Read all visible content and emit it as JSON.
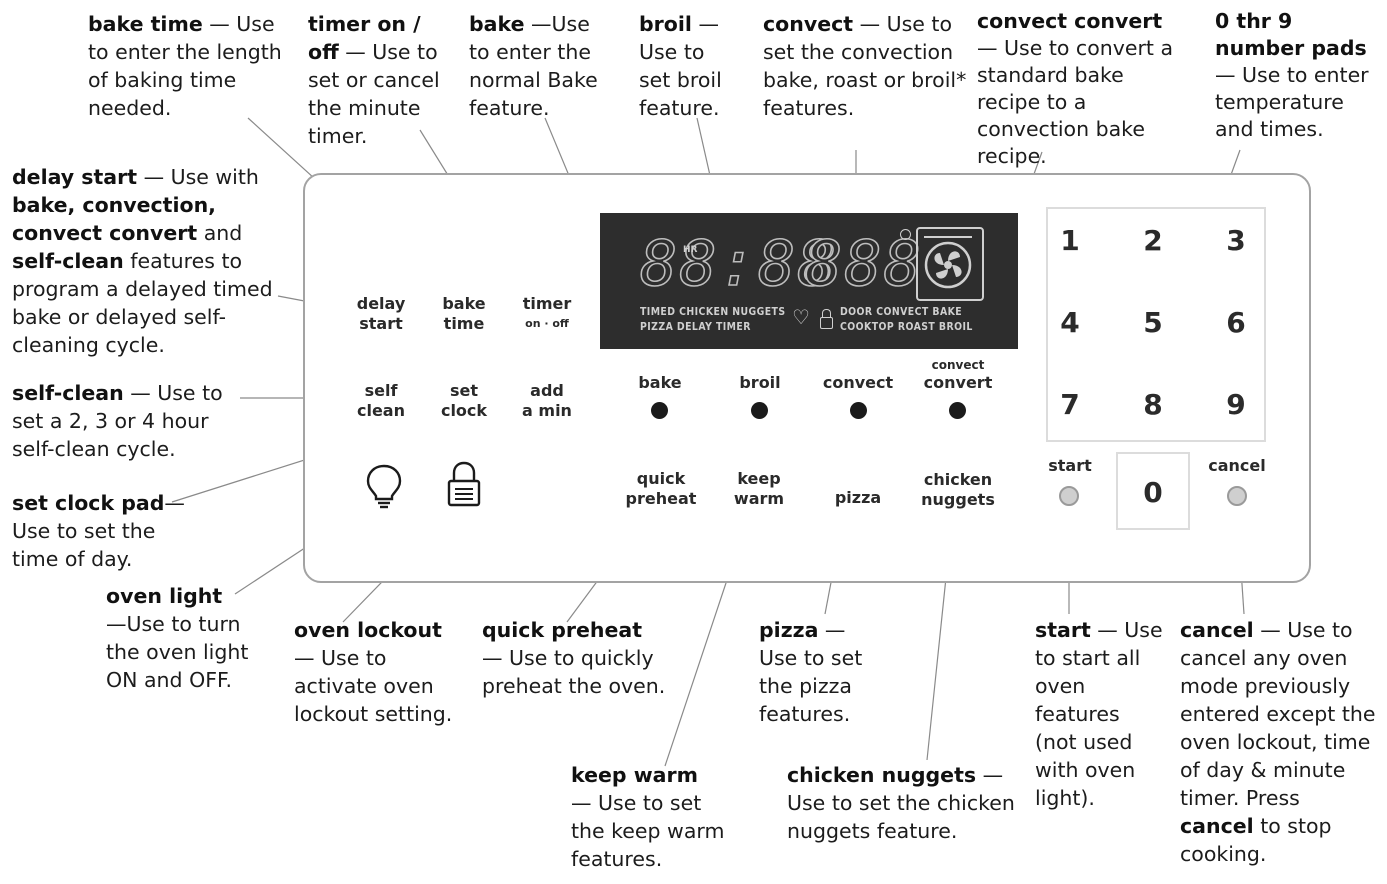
{
  "callouts": {
    "bake_time": {
      "title": "bake time",
      "text": " — Use to enter the length of baking time needed."
    },
    "timer": {
      "title": "timer on / off",
      "text": " — Use to set or cancel the minute timer."
    },
    "bake": {
      "title": "bake",
      "text": " —Use to enter the normal Bake feature."
    },
    "broil": {
      "title": "broil",
      "text": " — Use to set broil feature."
    },
    "convect": {
      "title": "convect",
      "text": " — Use to set the convection bake, roast or broil* features."
    },
    "convect_convert": {
      "title": "convect convert",
      "text": "— Use to convert a standard bake recipe to a convection bake recipe."
    },
    "number_pads": {
      "title": "0 thr 9 number pads",
      "text": "— Use to enter temperature and times."
    },
    "delay_start": {
      "title": "delay start",
      "text_a": " — Use with ",
      "bold_a": "bake, convection, convect convert",
      "text_b": " and ",
      "bold_b": "self-clean",
      "text_c": " features to program a delayed timed bake or delayed self-cleaning cycle."
    },
    "self_clean": {
      "title": "self-clean",
      "text": " — Use to set a 2, 3 or 4 hour self-clean cycle."
    },
    "set_clock": {
      "title": "set clock pad",
      "text": "— Use to set the time of day."
    },
    "oven_light": {
      "title": "oven light",
      "text": "—Use to turn the oven light ON and OFF."
    },
    "oven_lockout": {
      "title": "oven lockout",
      "text": "— Use to activate oven lockout setting."
    },
    "quick_preheat": {
      "title": "quick preheat",
      "text": "— Use to quickly preheat the oven."
    },
    "pizza": {
      "title": "pizza",
      "text": " — Use to set the pizza features."
    },
    "start": {
      "title": "start",
      "text": " — Use to start all oven features (not used with oven light)."
    },
    "cancel": {
      "title": "cancel",
      "text_a": " — Use to cancel any oven mode previously entered except the oven lockout, time of day & minute timer. Press ",
      "bold_a": "cancel",
      "text_b": " to stop cooking."
    },
    "keep_warm": {
      "title": "keep warm",
      "text": "— Use to set the keep warm features."
    },
    "chicken_nuggets": {
      "title": "chicken nuggets",
      "text": " — Use to set the chicken nuggets feature."
    }
  },
  "panel": {
    "pads": {
      "delay_start": [
        "delay",
        "start"
      ],
      "bake_time": [
        "bake",
        "time"
      ],
      "timer": [
        "timer",
        "on · off"
      ],
      "self_clean": [
        "self",
        "clean"
      ],
      "set_clock": [
        "set",
        "clock"
      ],
      "add_a_min": [
        "add",
        "a min"
      ],
      "bake": "bake",
      "broil": "broil",
      "convect": "convect",
      "convect_convert": [
        "convect",
        "convert"
      ],
      "quick_preheat": [
        "quick",
        "preheat"
      ],
      "keep_warm": [
        "keep",
        "warm"
      ],
      "pizza": "pizza",
      "chicken_nuggets": [
        "chicken",
        "nuggets"
      ],
      "start": "start",
      "cancel": "cancel"
    },
    "display": {
      "digits_time": "88:88",
      "digits_temp": "888",
      "hr": "HR",
      "row1": "TIMED CHICKEN NUGGETS",
      "row1_right": "DOOR  CONVECT BAKE",
      "row2": "PIZZA   DELAY  TIMER",
      "row2_right": "COOKTOP ROAST  BROIL"
    },
    "keypad": [
      "1",
      "2",
      "3",
      "4",
      "5",
      "6",
      "7",
      "8",
      "9"
    ],
    "zero": "0"
  }
}
